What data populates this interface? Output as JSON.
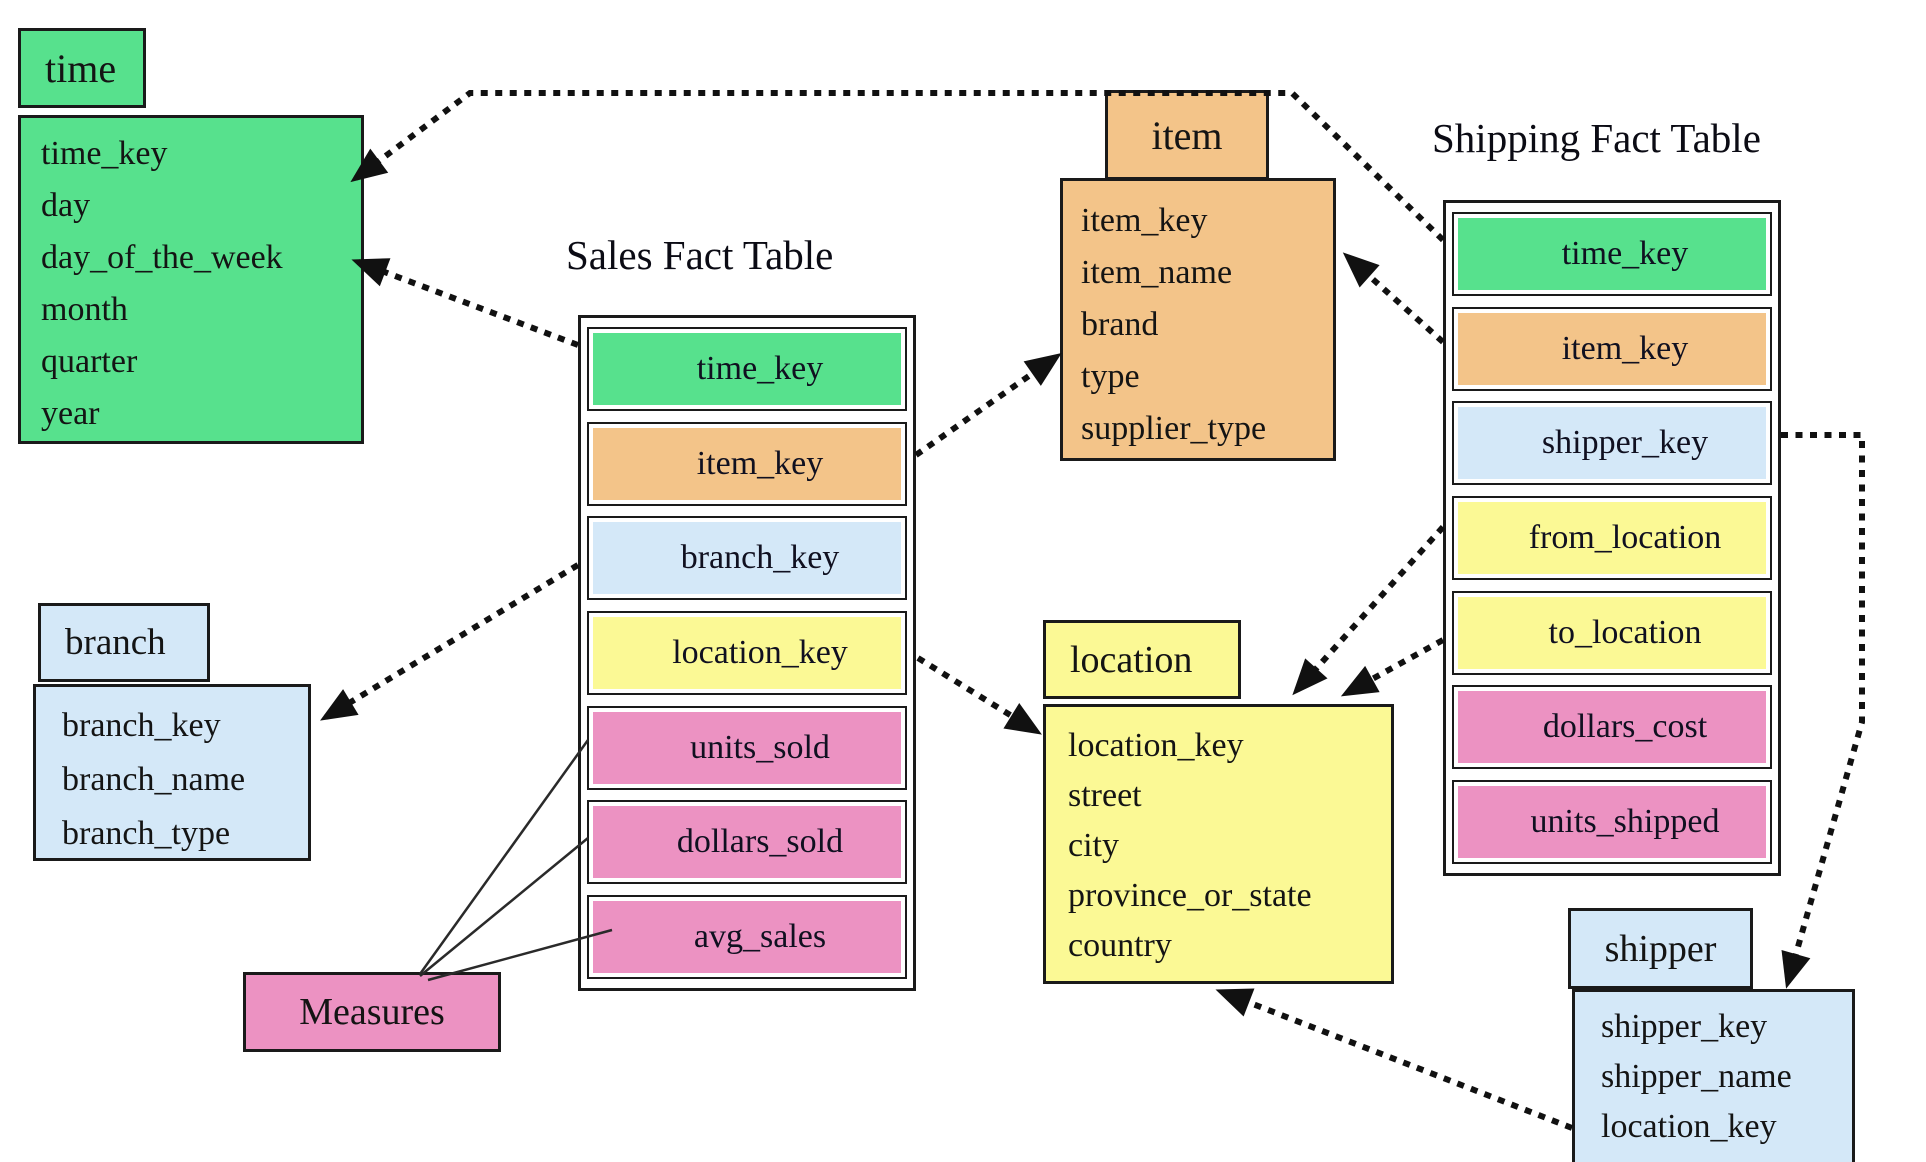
{
  "palette": {
    "green": "#57e18d",
    "orange": "#f3c489",
    "blue": "#d4e8f8",
    "yellow": "#fbf995",
    "pink": "#ec92c2",
    "border": "#1a1a1a"
  },
  "tables": {
    "time": {
      "title": "time",
      "attributes": [
        "time_key",
        "day",
        "day_of_the_week",
        "month",
        "quarter",
        "year"
      ]
    },
    "branch": {
      "title": "branch",
      "attributes": [
        "branch_key",
        "branch_name",
        "branch_type"
      ]
    },
    "item": {
      "title": "item",
      "attributes": [
        "item_key",
        "item_name",
        "brand",
        "type",
        "supplier_type"
      ]
    },
    "location": {
      "title": "location",
      "attributes": [
        "location_key",
        "street",
        "city",
        "province_or_state",
        "country"
      ]
    },
    "shipper": {
      "title": "shipper",
      "attributes": [
        "shipper_key",
        "shipper_name",
        "location_key"
      ]
    },
    "sales_fact": {
      "title": "Sales Fact Table",
      "rows": [
        "time_key",
        "item_key",
        "branch_key",
        "location_key",
        "units_sold",
        "dollars_sold",
        "avg_sales"
      ]
    },
    "shipping_fact": {
      "title": "Shipping Fact Table",
      "rows": [
        "time_key",
        "item_key",
        "shipper_key",
        "from_location",
        "to_location",
        "dollars_cost",
        "units_shipped"
      ]
    }
  },
  "labels": {
    "measures": "Measures"
  }
}
